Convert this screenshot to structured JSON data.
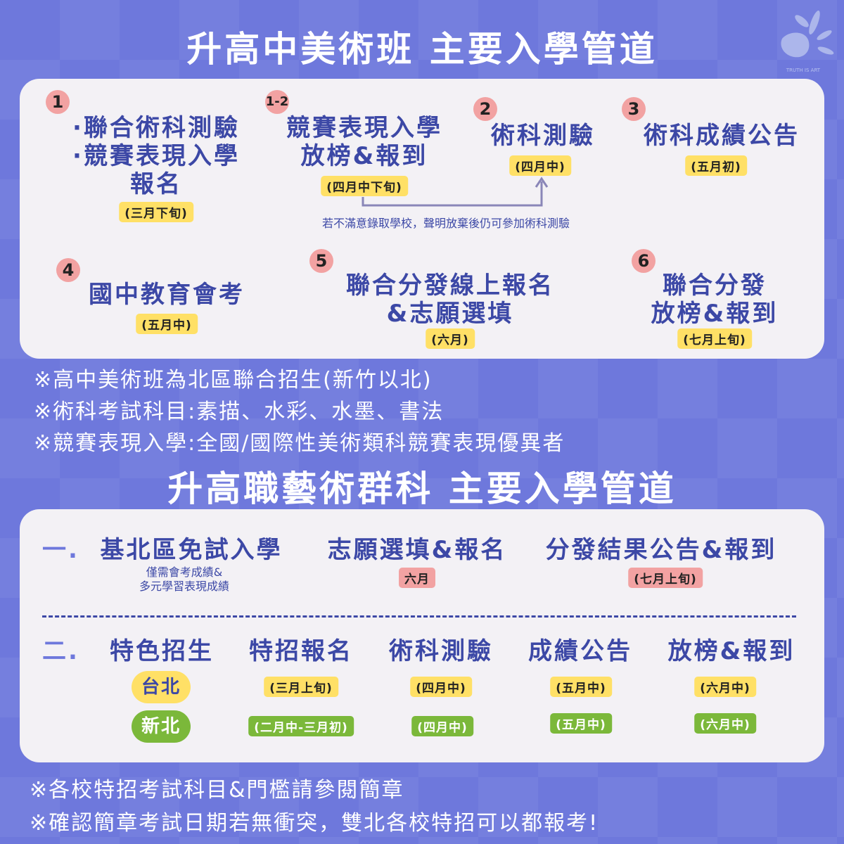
{
  "logo_text": "TRUTH IS ART",
  "section1": {
    "title": "升高中美術班 主要入學管道",
    "steps": [
      {
        "num": "1",
        "lines": [
          "·聯合術科測驗",
          "·競賽表現入學",
          "報名"
        ],
        "date": "(三月下旬)"
      },
      {
        "num": "1-2",
        "lines": [
          "競賽表現入學",
          "放榜&報到"
        ],
        "date": "(四月中下旬)"
      },
      {
        "num": "2",
        "lines": [
          "術科測驗"
        ],
        "date": "(四月中)"
      },
      {
        "num": "3",
        "lines": [
          "術科成績公告"
        ],
        "date": "(五月初)"
      },
      {
        "num": "4",
        "lines": [
          "國中教育會考"
        ],
        "date": "(五月中)"
      },
      {
        "num": "5",
        "lines": [
          "聯合分發線上報名",
          "&志願選填"
        ],
        "date": "(六月)"
      },
      {
        "num": "6",
        "lines": [
          "聯合分發",
          "放榜&報到"
        ],
        "date": "(七月上旬)"
      }
    ],
    "arrow_note": "若不滿意錄取學校，聲明放棄後仍可參加術科測驗",
    "notes": [
      "※高中美術班為北區聯合招生(新竹以北)",
      "※術科考試科目:素描、水彩、水墨、書法",
      "※競賽表現入學:全國/國際性美術類科競賽表現優異者"
    ]
  },
  "section2": {
    "title": "升高職藝術群科 主要入學管道",
    "route1": {
      "marker": "一.",
      "name": "基北區免試入學",
      "sub": [
        "僅需會考成績&",
        "多元學習表現成績"
      ],
      "step2": "志願選填&報名",
      "step2_date": "六月",
      "step3": "分發結果公告&報到",
      "step3_date": "(七月上旬)"
    },
    "route2": {
      "marker": "二.",
      "headers": [
        "特色招生",
        "特招報名",
        "術科測驗",
        "成績公告",
        "放榜&報到"
      ],
      "rows": [
        {
          "city": "台北",
          "dates": [
            "(三月上旬)",
            "(四月中)",
            "(五月中)",
            "(六月中)"
          ]
        },
        {
          "city": "新北",
          "dates": [
            "(二月中-三月初)",
            "(四月中)",
            "(五月中)",
            "(六月中)"
          ]
        }
      ]
    },
    "notes": [
      "※各校特招考試科目&門檻請參閱簡章",
      "※確認簡章考試日期若無衝突，雙北各校特招可以都報考!"
    ]
  },
  "colors": {
    "background": "#6e78dc",
    "card": "#f3f1f5",
    "heading": "#3c48a6",
    "yellow": "#ffe066",
    "pink": "#f2a2a2",
    "green": "#7bb83a"
  }
}
